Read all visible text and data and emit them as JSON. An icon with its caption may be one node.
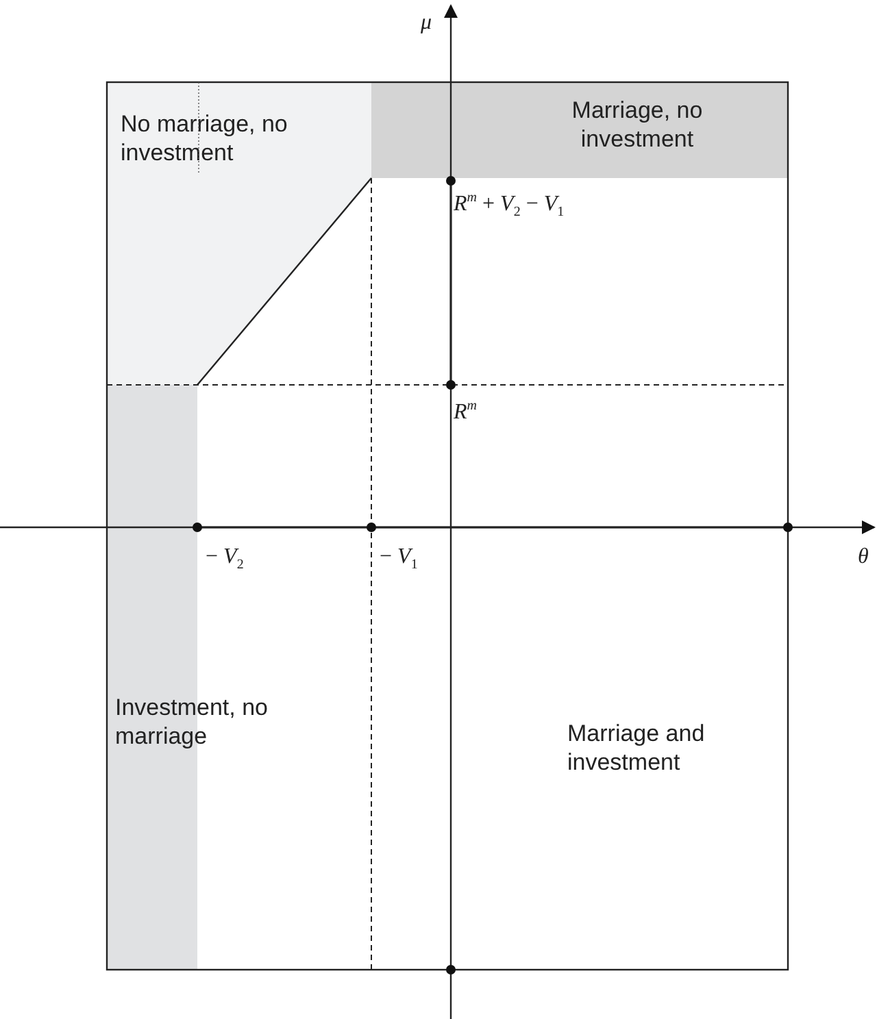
{
  "diagram": {
    "nodes": [
      {
        "text": [
          "Marriage, no investment"
        ]
      },
      {
        "text": [
          "No marriage, no investment"
        ]
      },
      {
        "text": [
          "Investment, no marriage"
        ]
      }
    ],
    "edges": [],
    "labels": [
      "*μ*",
      "*R*$^{m}$ + *V*$_{2}$ − *V*$_{1}$",
      "*R*$^{m}$",
      "− *V*$_{2}$",
      "− *V*$_{1}$",
      "*θ*",
      "Marriage and investment"
    ]
  }
}
